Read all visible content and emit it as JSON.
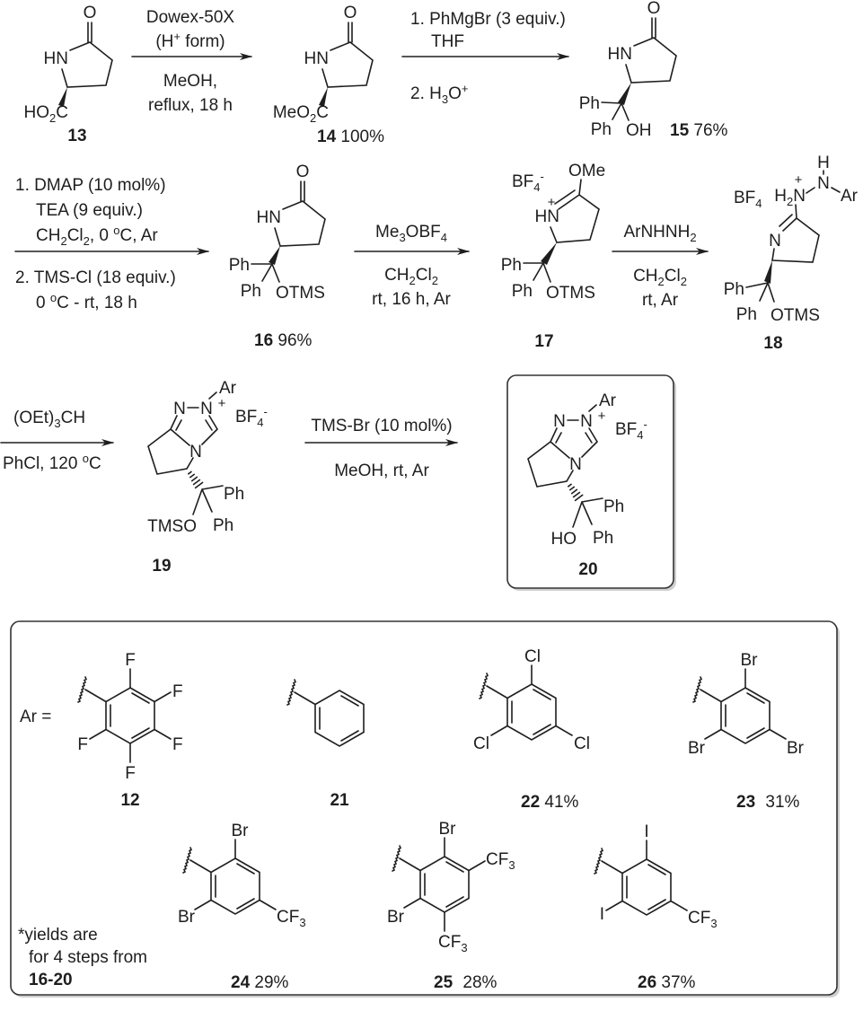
{
  "reactions": {
    "step1": {
      "above1": "Dowex-50X",
      "above2": [
        "(H",
        "+",
        " form)"
      ],
      "below1": "MeOH,",
      "below2": "reflux, 18 h"
    },
    "step2": {
      "line1": "1. PhMgBr (3 equiv.)",
      "line2": "THF",
      "line3": [
        "2. H",
        "3",
        "O",
        "+"
      ]
    },
    "step3": {
      "line1": "1. DMAP (10 mol%)",
      "line2": "TEA (9 equiv.)",
      "line3": [
        "CH",
        "2",
        "Cl",
        "2",
        ", 0 ",
        "o",
        "C, Ar"
      ],
      "line4": "2. TMS-Cl (18 equiv.)",
      "line5": [
        "0 ",
        "o",
        "C - rt, 18 h"
      ]
    },
    "step4": {
      "above": [
        "Me",
        "3",
        "OBF",
        "4"
      ],
      "below1": [
        "CH",
        "2",
        "Cl",
        "2"
      ],
      "below2": "rt, 16 h, Ar"
    },
    "step5": {
      "above": [
        "ArNHNH",
        "2"
      ],
      "below1": [
        "CH",
        "2",
        "Cl",
        "2"
      ],
      "below2": "rt, Ar"
    },
    "step6": {
      "above": [
        "(OEt)",
        "3",
        "CH"
      ],
      "below": [
        "PhCl, 120 ",
        "o",
        "C"
      ]
    },
    "step7": {
      "above": "TMS-Br (10 mol%)",
      "below": "MeOH, rt, Ar"
    }
  },
  "compounds": {
    "c13": {
      "number": "13",
      "O": "O",
      "NH": "HN",
      "acid": [
        "HO",
        "2",
        "C"
      ]
    },
    "c14": {
      "number": "14",
      "yield": "100%",
      "O": "O",
      "NH": "HN",
      "ester": [
        "MeO",
        "2",
        "C"
      ]
    },
    "c15": {
      "number": "15",
      "yield": "76%",
      "O": "O",
      "NH": "HN",
      "ph1": "Ph",
      "ph2": "Ph",
      "oh": "OH"
    },
    "c16": {
      "number": "16",
      "yield": "96%",
      "O": "O",
      "NH": "HN",
      "ph1": "Ph",
      "ph2": "Ph",
      "otms": "OTMS"
    },
    "c17": {
      "number": "17",
      "counterion": [
        "BF",
        "4",
        "-"
      ],
      "ome": "OMe",
      "nh": [
        "HN",
        "+"
      ],
      "ph1": "Ph",
      "ph2": "Ph",
      "otms": "OTMS"
    },
    "c18": {
      "number": "18",
      "counterion": [
        "BF",
        "4"
      ],
      "nh2": [
        "H",
        "2",
        "N",
        "+"
      ],
      "h": "H",
      "n": "N",
      "ar": "Ar",
      "ring_n": "N",
      "ph1": "Ph",
      "ph2": "Ph",
      "otms": "OTMS"
    },
    "c19": {
      "number": "19",
      "ar": "Ar",
      "n1": "N",
      "n2": [
        "N",
        "+"
      ],
      "counterion": [
        "BF",
        "4",
        "-"
      ],
      "n4": "N",
      "ph1": "Ph",
      "ph2": "Ph",
      "oxy": "TMSO"
    },
    "c20": {
      "number": "20",
      "ar": "Ar",
      "n1": "N",
      "n2": [
        "N",
        "+"
      ],
      "counterion": [
        "BF",
        "4",
        "-"
      ],
      "n4": "N",
      "ph1": "Ph",
      "ph2": "Ph",
      "oxy": "HO"
    }
  },
  "aryl_table": {
    "ar_label": "Ar =",
    "footnote": [
      "*yields are",
      "for 4 steps from",
      "16-20"
    ],
    "aryls": [
      {
        "number": "12",
        "subs": {
          "top": "F",
          "ur": "F",
          "lr": "F",
          "bottom": "F",
          "ll": "F"
        }
      },
      {
        "number": "21"
      },
      {
        "number": "22",
        "yield": "41%",
        "subs": {
          "top": "Cl",
          "lr": "Cl",
          "ll": "Cl"
        }
      },
      {
        "number": "23",
        "yield": "31%",
        "subs": {
          "top": "Br",
          "lr": "Br",
          "ll": "Br"
        }
      },
      {
        "number": "24",
        "yield": "29%",
        "subs": {
          "top": "Br",
          "lr": [
            "CF",
            "3"
          ],
          "ll": "Br"
        }
      },
      {
        "number": "25",
        "yield": "28%",
        "subs": {
          "top": "Br",
          "ur": [
            "CF",
            "3"
          ],
          "bottom": [
            "CF",
            "3"
          ],
          "ll": "Br"
        }
      },
      {
        "number": "26",
        "yield": "37%",
        "subs": {
          "top": "I",
          "lr": [
            "CF",
            "3"
          ],
          "ll": "I"
        }
      }
    ]
  }
}
